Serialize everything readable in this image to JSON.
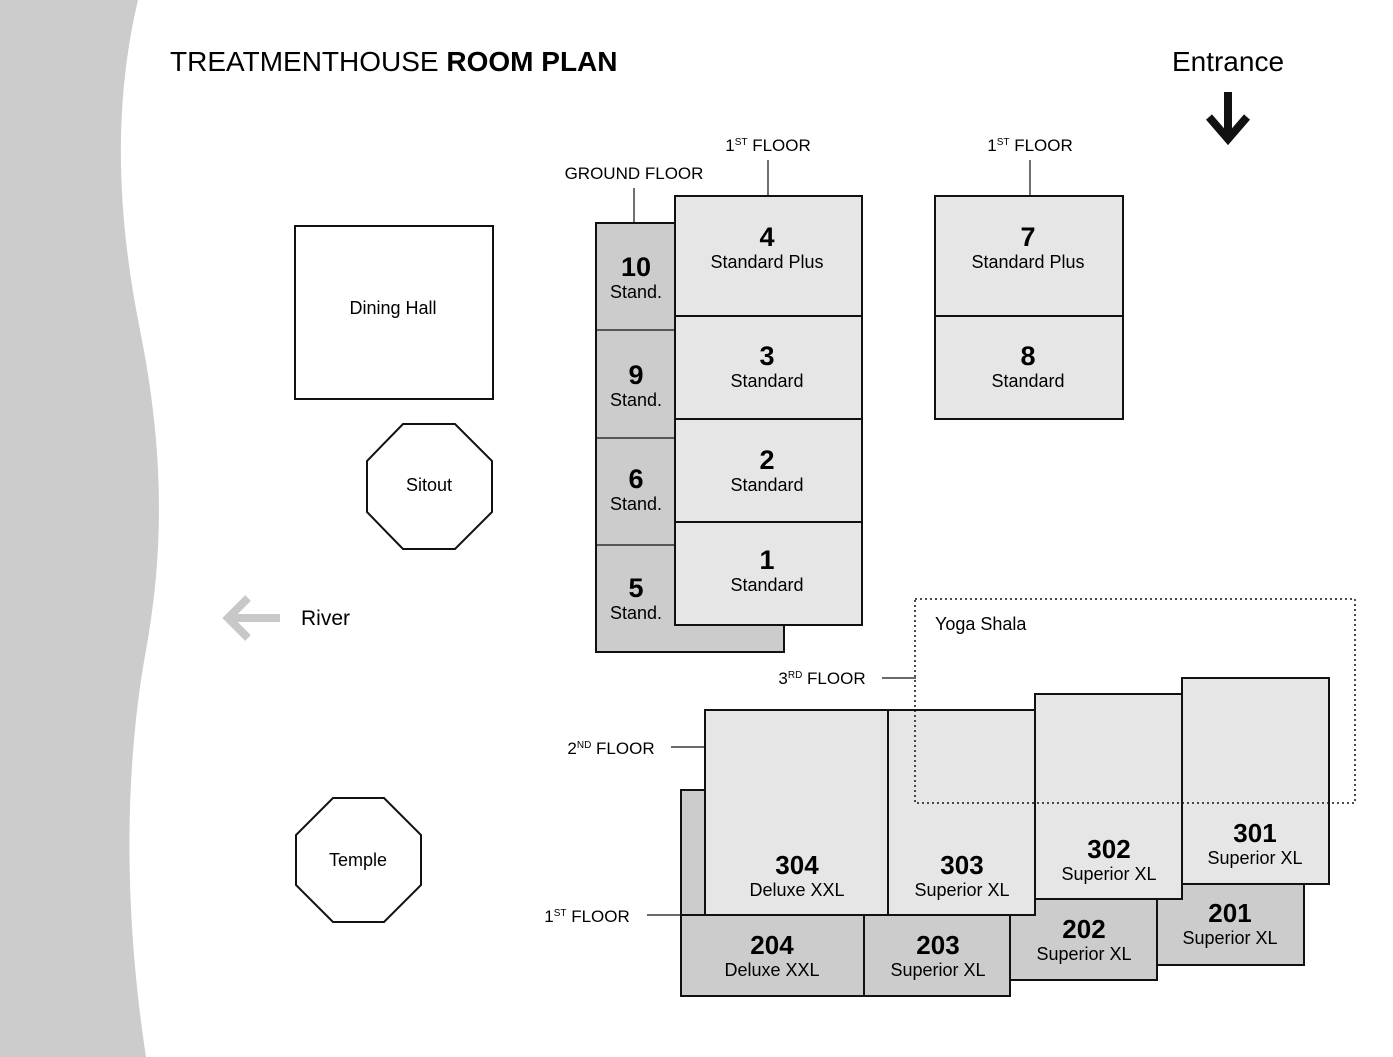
{
  "title": {
    "light": "TREATMENTHOUSE",
    "bold": "ROOM PLAN"
  },
  "entrance": {
    "label": "Entrance"
  },
  "river": {
    "label": "River"
  },
  "floor_labels": {
    "ground": "GROUND FLOOR",
    "first_a": {
      "num": "1",
      "sup": "ST",
      "word": "FLOOR"
    },
    "first_b": {
      "num": "1",
      "sup": "ST",
      "word": "FLOOR"
    },
    "first_c": {
      "num": "1",
      "sup": "ST",
      "word": "FLOOR"
    },
    "second": {
      "num": "2",
      "sup": "ND",
      "word": "FLOOR"
    },
    "third": {
      "num": "3",
      "sup": "RD",
      "word": "FLOOR"
    }
  },
  "buildings": {
    "dining_hall": "Dining Hall",
    "sitout": "Sitout",
    "temple": "Temple",
    "yoga_shala": "Yoga Shala"
  },
  "ground_rooms": [
    {
      "number": "10",
      "type": "Stand."
    },
    {
      "number": "9",
      "type": "Stand."
    },
    {
      "number": "6",
      "type": "Stand."
    },
    {
      "number": "5",
      "type": "Stand."
    }
  ],
  "first_floor_rooms_a": [
    {
      "number": "4",
      "type": "Standard Plus"
    },
    {
      "number": "3",
      "type": "Standard"
    },
    {
      "number": "2",
      "type": "Standard"
    },
    {
      "number": "1",
      "type": "Standard"
    }
  ],
  "first_floor_rooms_b": [
    {
      "number": "7",
      "type": "Standard Plus"
    },
    {
      "number": "8",
      "type": "Standard"
    }
  ],
  "block_first_floor": [
    {
      "number": "204",
      "type": "Deluxe XXL"
    },
    {
      "number": "203",
      "type": "Superior XL"
    },
    {
      "number": "202",
      "type": "Superior XL"
    },
    {
      "number": "201",
      "type": "Superior XL"
    }
  ],
  "block_upper_floor": [
    {
      "number": "304",
      "type": "Deluxe XXL"
    },
    {
      "number": "303",
      "type": "Superior XL"
    },
    {
      "number": "302",
      "type": "Superior XL"
    },
    {
      "number": "301",
      "type": "Superior XL"
    }
  ],
  "colors": {
    "river_band": "#cccccc",
    "room_dark": "#cccccc",
    "room_light": "#e6e6e6",
    "river_arrow": "#c8c8c8",
    "ink": "#111111"
  },
  "icons": {
    "entrance": "arrow-down-icon",
    "river": "arrow-left-icon"
  }
}
